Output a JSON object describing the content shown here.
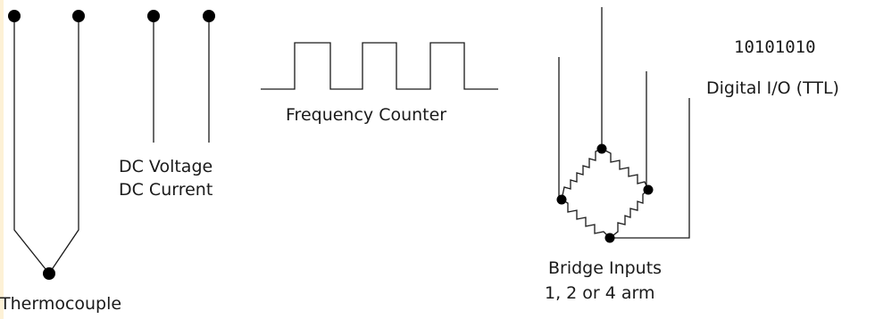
{
  "labels": {
    "thermocouple": "Thermocouple",
    "dc_voltage": "DC Voltage",
    "dc_current": "DC Current",
    "frequency_counter": "Frequency Counter",
    "binary_pattern": "10101010",
    "digital_io": "Digital I/O (TTL)",
    "bridge_inputs": "Bridge Inputs",
    "bridge_arms": "1, 2 or 4 arm"
  },
  "colors": {
    "line": "#1a1a1a",
    "terminal": "#000000",
    "background": "#ffffff",
    "left_stripe": "#fdf1d6"
  }
}
